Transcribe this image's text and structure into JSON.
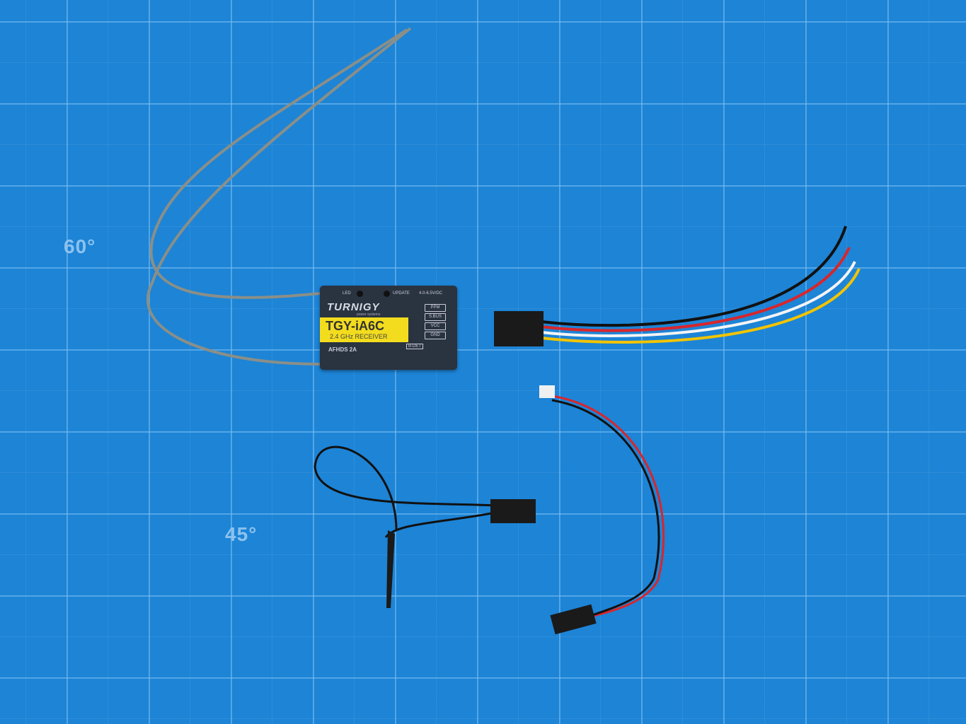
{
  "scene": {
    "description": "Overhead photo of a Turnigy TGY-iA6C receiver with antennas, a servo-lead harness, a JST-to-servo lead, and a bind plug on a blue cutting mat",
    "mat_angle_labels": [
      "60°",
      "45°"
    ]
  },
  "receiver": {
    "brand": "TURNIGY",
    "brand_sub": "power systems",
    "model": "TGY-iA6C",
    "band": "2.4 GHz RECEIVER",
    "led_label": "LED",
    "update_label": "UPDATE",
    "voltage": "4.0-6.5V/DC",
    "protocol": "AFHDS 2A",
    "pins": [
      "PPM",
      "S.BUS",
      "VCC",
      "GND"
    ],
    "bdet_label": "B-DET"
  },
  "colors": {
    "mat": "#1d84d6",
    "receiver_body": "#2a3340",
    "label_yellow": "#f3dc1e",
    "wire_black": "#111111",
    "wire_red": "#d8262c",
    "wire_white": "#f4f4f4",
    "wire_yellow": "#f2c400",
    "antenna": "#8a8f88"
  }
}
